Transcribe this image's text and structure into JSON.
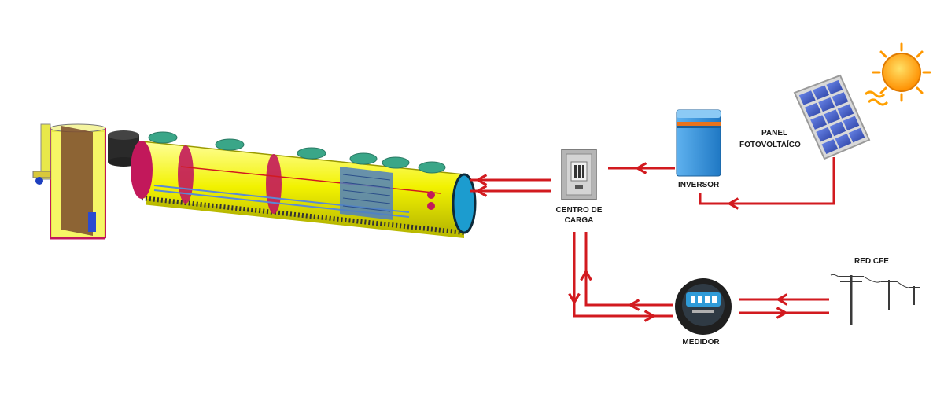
{
  "labels": {
    "panel_line1": "PANEL",
    "panel_line2": "FOTOVOLTAÍCO",
    "inversor": "INVERSOR",
    "centro_line1": "CENTRO DE",
    "centro_line2": "CARGA",
    "medidor": "MEDIDOR",
    "red_cfe": "RED CFE"
  },
  "colors": {
    "wire": "#d21a1f",
    "tank_body": "#ffff66",
    "tank_end": "#c2185b",
    "inverter": "#2e8fd6",
    "inverter_stripe": "#e8731c",
    "sun": "#ffa000",
    "panel": "#3557c7"
  },
  "icons": [
    "wastewater-plant-icon",
    "sun-icon",
    "solar-panel-icon",
    "inverter-icon",
    "breaker-panel-icon",
    "electric-meter-icon",
    "power-pole-icon"
  ]
}
